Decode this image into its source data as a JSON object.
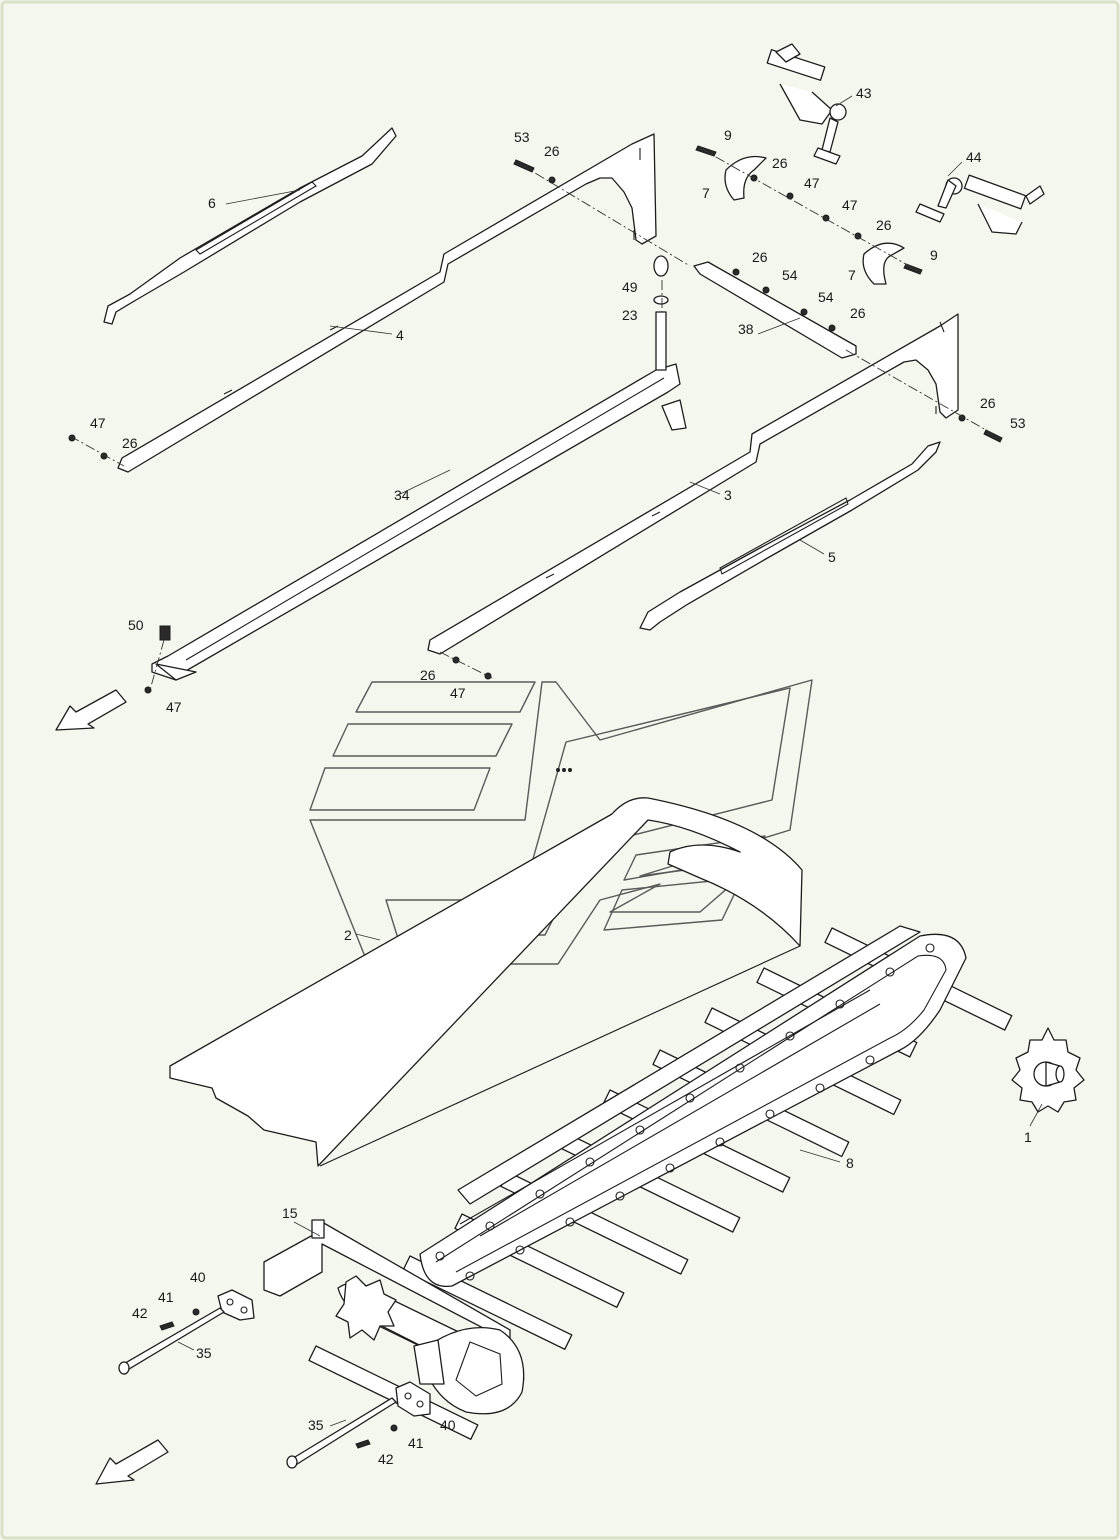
{
  "callouts": [
    {
      "id": "c43",
      "text": "43"
    },
    {
      "id": "c9a",
      "text": "9"
    },
    {
      "id": "c53a",
      "text": "53"
    },
    {
      "id": "c26a",
      "text": "26"
    },
    {
      "id": "c26b",
      "text": "26"
    },
    {
      "id": "c47a",
      "text": "47"
    },
    {
      "id": "c44",
      "text": "44"
    },
    {
      "id": "c7a",
      "text": "7"
    },
    {
      "id": "c6",
      "text": "6"
    },
    {
      "id": "c47b",
      "text": "47"
    },
    {
      "id": "c26c",
      "text": "26"
    },
    {
      "id": "c26d",
      "text": "26"
    },
    {
      "id": "c54a",
      "text": "54"
    },
    {
      "id": "c9b",
      "text": "9"
    },
    {
      "id": "c7b",
      "text": "7"
    },
    {
      "id": "c49",
      "text": "49"
    },
    {
      "id": "c23",
      "text": "23"
    },
    {
      "id": "c4",
      "text": "4"
    },
    {
      "id": "c54b",
      "text": "54"
    },
    {
      "id": "c26e",
      "text": "26"
    },
    {
      "id": "c38",
      "text": "38"
    },
    {
      "id": "c47c",
      "text": "47"
    },
    {
      "id": "c26f",
      "text": "26"
    },
    {
      "id": "c26g",
      "text": "26"
    },
    {
      "id": "c53b",
      "text": "53"
    },
    {
      "id": "c34",
      "text": "34"
    },
    {
      "id": "c3",
      "text": "3"
    },
    {
      "id": "c5",
      "text": "5"
    },
    {
      "id": "c50",
      "text": "50"
    },
    {
      "id": "c26h",
      "text": "26"
    },
    {
      "id": "c47d",
      "text": "47"
    },
    {
      "id": "c47e",
      "text": "47"
    },
    {
      "id": "c2",
      "text": "2"
    },
    {
      "id": "c1",
      "text": "1"
    },
    {
      "id": "c8",
      "text": "8"
    },
    {
      "id": "c15",
      "text": "15"
    },
    {
      "id": "c40a",
      "text": "40"
    },
    {
      "id": "c41a",
      "text": "41"
    },
    {
      "id": "c42a",
      "text": "42"
    },
    {
      "id": "c35a",
      "text": "35"
    },
    {
      "id": "c35b",
      "text": "35"
    },
    {
      "id": "c40b",
      "text": "40"
    },
    {
      "id": "c41b",
      "text": "41"
    },
    {
      "id": "c42b",
      "text": "42"
    }
  ]
}
